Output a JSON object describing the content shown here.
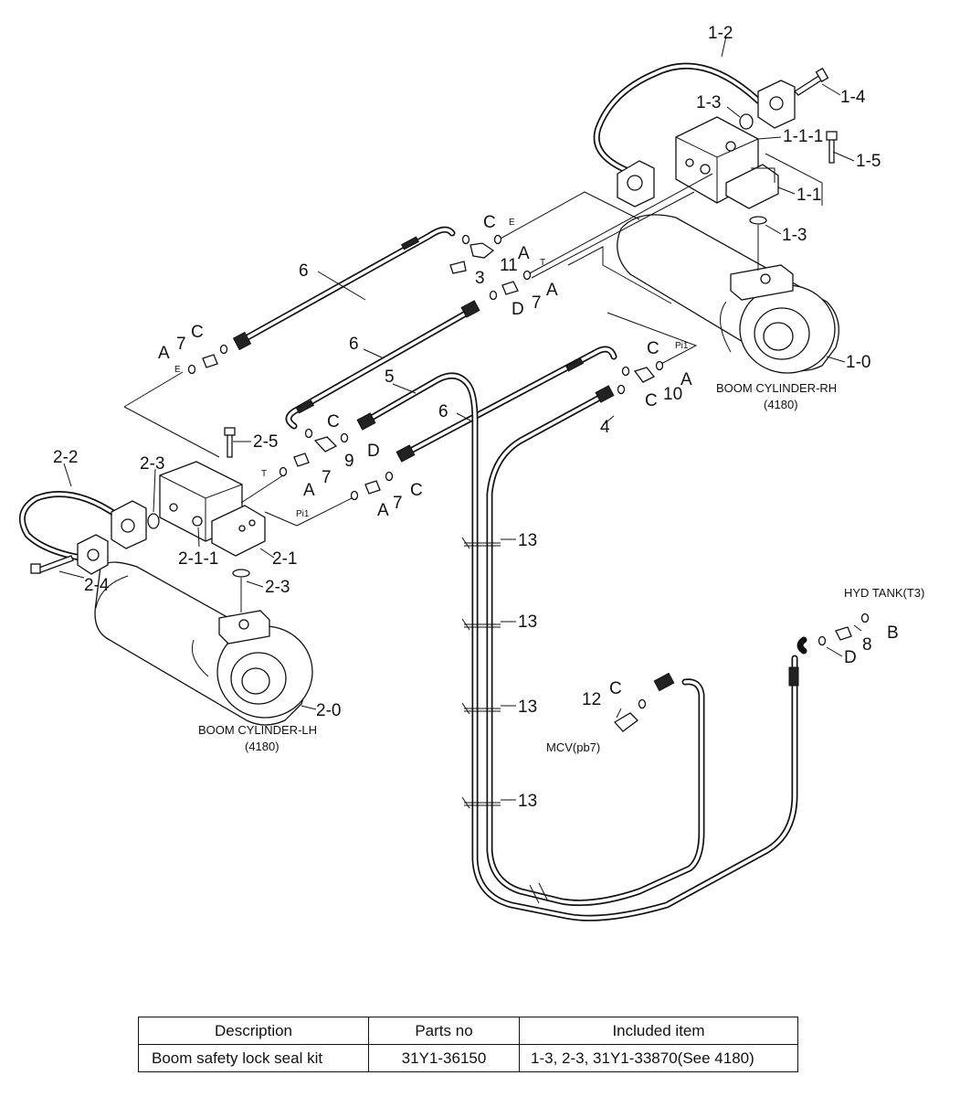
{
  "diagram": {
    "labels": {
      "l_1_2": "1-2",
      "l_1_4": "1-4",
      "l_1_3a": "1-3",
      "l_1_1_1": "1-1-1",
      "l_1_5": "1-5",
      "l_1_1": "1-1",
      "l_1_3b": "1-3",
      "l_1_0": "1-0",
      "l_C1": "C",
      "l_E1": "E",
      "l_A1": "A",
      "l_11": "11",
      "l_3": "3",
      "l_T1": "T",
      "l_A2": "A",
      "l_7a": "7",
      "l_D1": "D",
      "l_6a": "6",
      "l_C2": "C",
      "l_7b": "7",
      "l_A3": "A",
      "l_E2": "E",
      "l_6b": "6",
      "l_5": "5",
      "l_C3": "C",
      "l_Pi1a": "Pi1",
      "l_A4": "A",
      "l_C4": "C",
      "l_10": "10",
      "l_6c": "6",
      "l_4": "4",
      "l_C5": "C",
      "l_D2": "D",
      "l_9": "9",
      "l_2_5": "2-5",
      "l_T2": "T",
      "l_A5": "A",
      "l_7c": "7",
      "l_C6": "C",
      "l_7d": "7",
      "l_A6": "A",
      "l_Pi1b": "Pi1",
      "l_2_2": "2-2",
      "l_2_3a": "2-3",
      "l_2_1_1": "2-1-1",
      "l_2_1": "2-1",
      "l_2_4": "2-4",
      "l_2_3b": "2-3",
      "l_2_0": "2-0",
      "l_13a": "13",
      "l_13b": "13",
      "l_13c": "13",
      "l_13d": "13",
      "l_hyd": "HYD TANK(T3)",
      "l_B": "B",
      "l_8": "8",
      "l_D3": "D",
      "l_C7": "C",
      "l_12": "12",
      "l_mcv": "MCV(pb7)"
    },
    "captions": {
      "rh_name": "BOOM CYLINDER-RH",
      "rh_ref": "(4180)",
      "lh_name": "BOOM CYLINDER-LH",
      "lh_ref": "(4180)"
    }
  },
  "table": {
    "headers": [
      "Description",
      "Parts no",
      "Included item"
    ],
    "rows": [
      [
        "Boom safety lock seal kit",
        "31Y1-36150",
        "1-3, 2-3, 31Y1-33870(See 4180)"
      ]
    ]
  }
}
